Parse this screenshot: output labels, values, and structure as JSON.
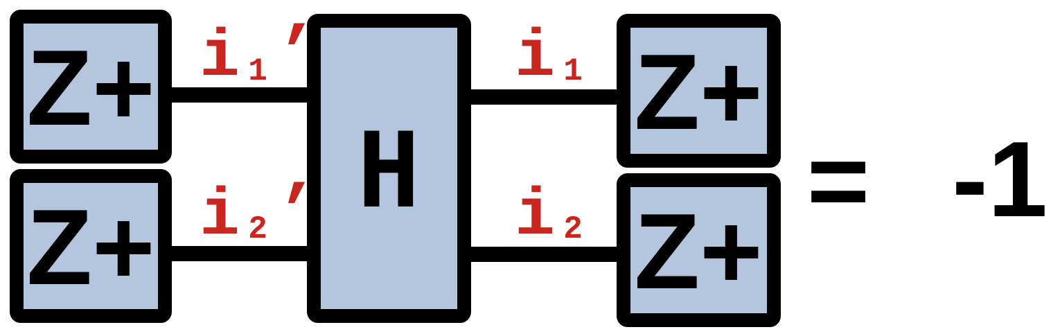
{
  "boxes": {
    "left_top": "Z+",
    "left_bottom": "Z+",
    "center": "H",
    "right_top": "Z+",
    "right_bottom": "Z+"
  },
  "indices": {
    "left_top": {
      "base": "i",
      "sub": "1",
      "prime": "’"
    },
    "left_bottom": {
      "base": "i",
      "sub": "2",
      "prime": "’"
    },
    "right_top": {
      "base": "i",
      "sub": "1"
    },
    "right_bottom": {
      "base": "i",
      "sub": "2"
    }
  },
  "equation": {
    "equals": "=",
    "result": "-1"
  },
  "colors": {
    "box_fill": "#b4c6dd",
    "outline": "#000000",
    "index_label": "#c8261f"
  }
}
